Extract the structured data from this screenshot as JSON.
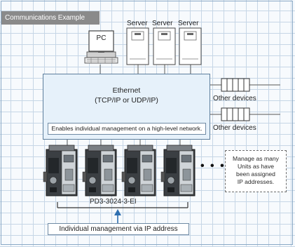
{
  "diagram": {
    "title": "Communications Example",
    "pc_label": "PC",
    "servers": [
      "Server",
      "Server",
      "Server"
    ],
    "ethernet": {
      "title": "Ethernet",
      "protocol": "(TCP/IP or UDP/IP)",
      "note": "Enables individual management on a high-level network."
    },
    "other_devices": [
      "Other devices",
      "Other devices"
    ],
    "units_callout": [
      "Manage as many",
      "Units as have",
      "been assigned",
      "IP addresses."
    ],
    "model_label": "PD3-3024-3-EI",
    "ellipsis": "• • •",
    "management_label": "Individual management via IP address"
  }
}
